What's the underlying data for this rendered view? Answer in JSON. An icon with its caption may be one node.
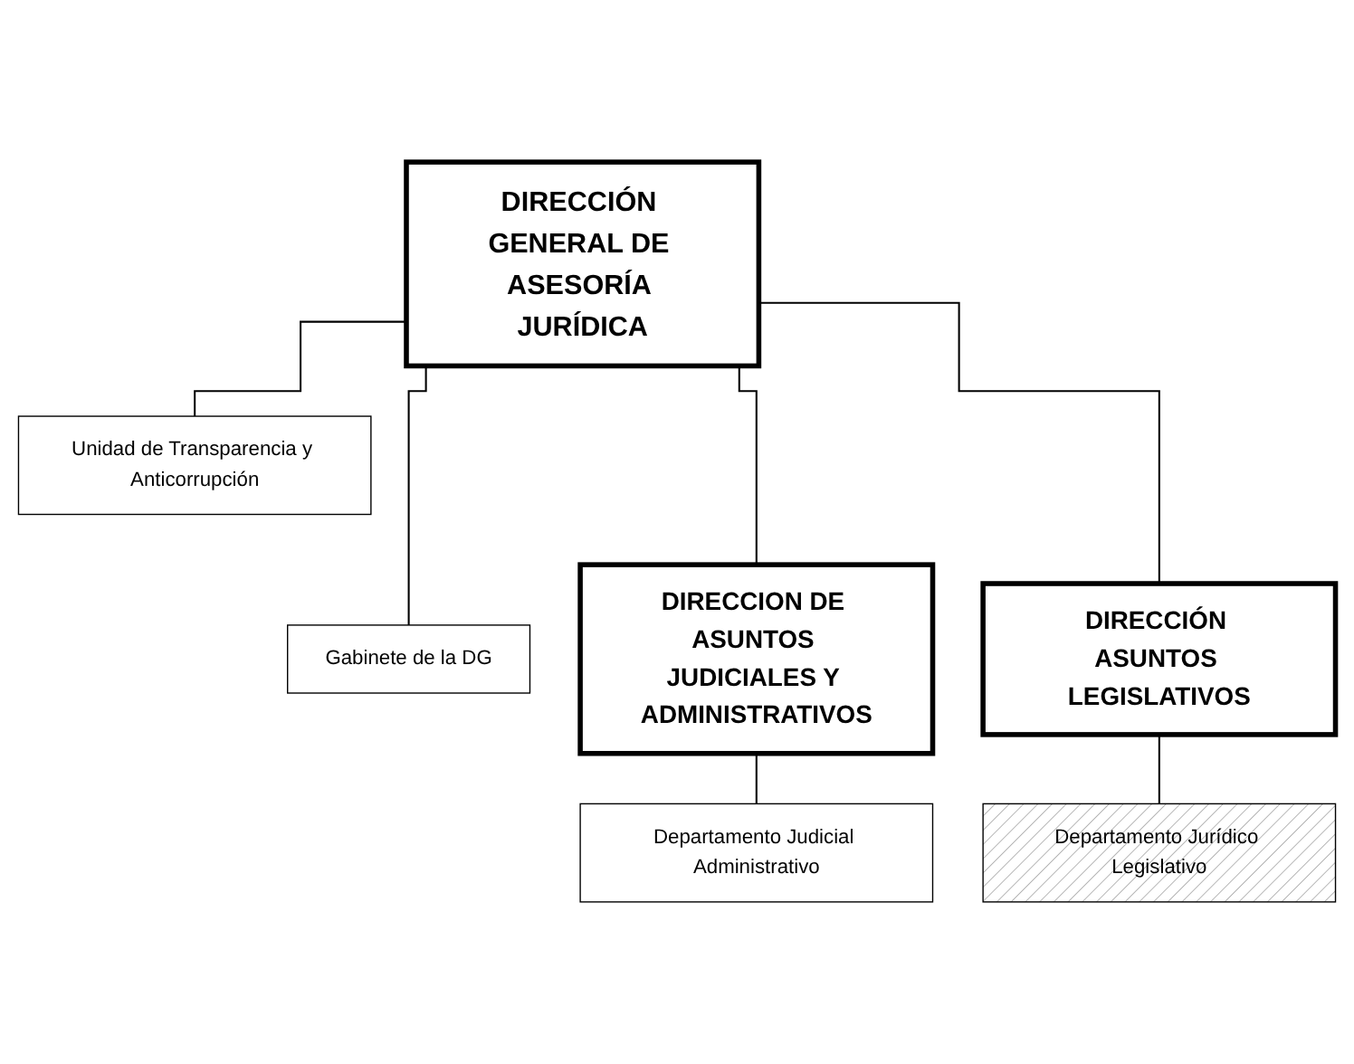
{
  "diagram": {
    "nodes": [
      {
        "text": [
          "DIRECCIÓN GENERAL DE ASESORÍA JURÍDICA"
        ]
      },
      {
        "text": [
          "Unidad de Transparencia y Anticorrupción"
        ]
      },
      {
        "text": [
          "Gabinete de la DG"
        ]
      },
      {
        "text": [
          "DIRECCION DE ASUNTOS JUDICIALES Y ADMINISTRATIVOS"
        ]
      },
      {
        "text": [
          "DIRECCIÓN ASUNTOS LEGISLATIVOS"
        ]
      },
      {
        "text": [
          "Departamento Judicial Administrativo"
        ]
      },
      {
        "text": [
          "Departamento Jurídico Legislativo"
        ]
      }
    ],
    "edges": [
      {
        "from": 0,
        "to": 1,
        "arrow": "none"
      },
      {
        "from": 0,
        "to": 2,
        "arrow": "none"
      },
      {
        "from": 0,
        "to": 3,
        "arrow": "none"
      },
      {
        "from": 0,
        "to": 4,
        "arrow": "none"
      },
      {
        "from": 3,
        "to": 5,
        "arrow": "none"
      },
      {
        "from": 4,
        "to": 6,
        "arrow": "none"
      }
    ]
  }
}
